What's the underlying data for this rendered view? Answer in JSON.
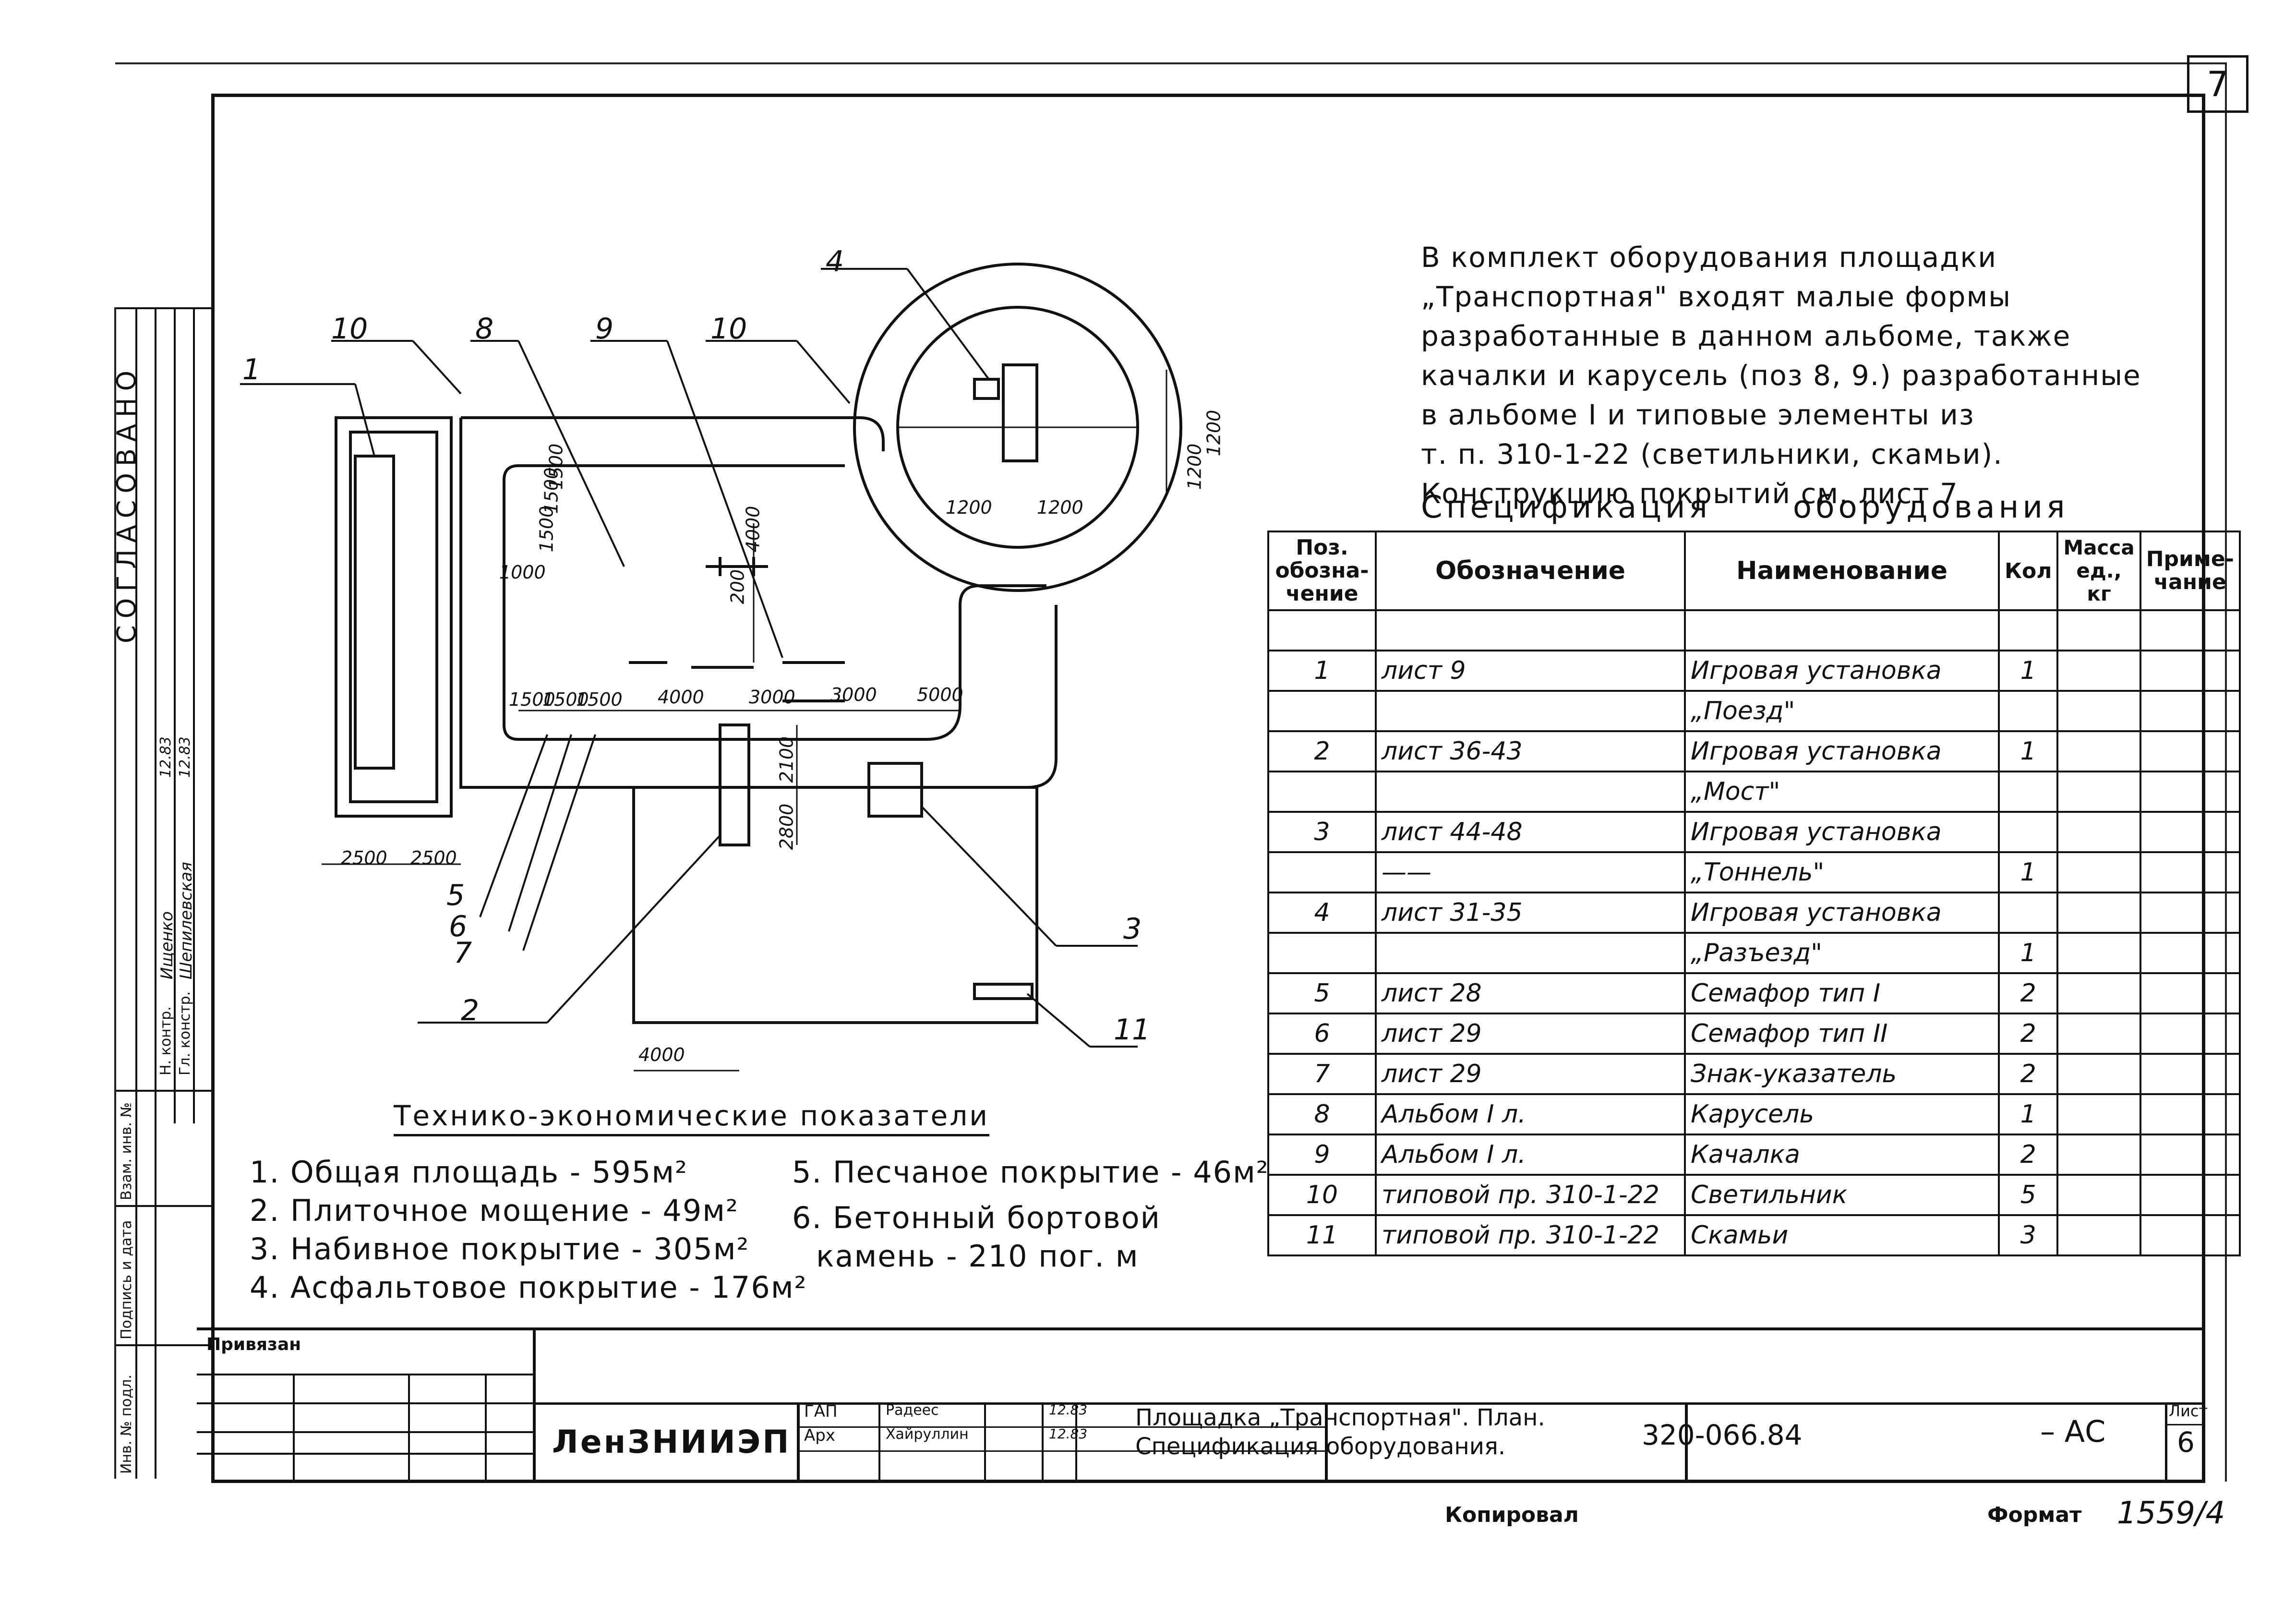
{
  "sheet": {
    "page_number": "7",
    "sheet_number": "6",
    "code": "320-066.84",
    "suffix": "– АС",
    "org": "ЛенЗНИИЭП",
    "title_line1": "Площадка „Транспортная\". План.",
    "title_line2": "Спецификация оборудования.",
    "attached": "Привязан",
    "sheet_label": "Лист",
    "footer_copied": "Копировал",
    "footer_format": "Формат",
    "archive_no": "1559/4",
    "signers": [
      {
        "role": "ГАП",
        "name": "Радеес",
        "date": "12.83"
      },
      {
        "role": "Арх",
        "name": "Хайруллин",
        "date": "12.83"
      }
    ]
  },
  "margin": {
    "agreed": "СОГЛАСОВАНО",
    "inv": "Инв. № подл.",
    "sign_date": "Подпись и дата",
    "vzam": "Взам. инв. №",
    "roles": [
      "Н. контр.",
      "Гл. констр."
    ],
    "names": [
      "Ищенко",
      "Шепилевская"
    ],
    "dates": [
      "12.83",
      "12.83"
    ]
  },
  "notes": {
    "lines": [
      "В комплект оборудования площадки",
      "„Транспортная\" входят малые формы",
      "разработанные в данном альбоме, также",
      "качалки и карусель (поз 8, 9.) разработанные",
      "в альбоме I и типовые элементы из",
      "т. п. 310-1-22 (светильники, скамьи).",
      "Конструкцию покрытий см. лист 7"
    ]
  },
  "spec": {
    "title_a": "Спецификация",
    "title_b": "оборудования",
    "headers": [
      "Поз. обозна-чение",
      "Обозначение",
      "Наименование",
      "Кол",
      "Масса ед., кг",
      "Приме-чание"
    ],
    "rows": [
      [
        "",
        "",
        "",
        "",
        "",
        ""
      ],
      [
        "1",
        "лист 9",
        "Игровая установка",
        "1",
        "",
        ""
      ],
      [
        "",
        "",
        "„Поезд\"",
        "",
        "",
        ""
      ],
      [
        "2",
        "лист 36-43",
        "Игровая установка",
        "1",
        "",
        ""
      ],
      [
        "",
        "",
        "„Мост\"",
        "",
        "",
        ""
      ],
      [
        "3",
        "лист 44-48",
        "Игровая установка",
        "",
        "",
        ""
      ],
      [
        "",
        "——",
        "„Тоннель\"",
        "1",
        "",
        ""
      ],
      [
        "4",
        "лист 31-35",
        "Игровая установка",
        "",
        "",
        ""
      ],
      [
        "",
        "",
        "„Разъезд\"",
        "1",
        "",
        ""
      ],
      [
        "5",
        "лист 28",
        "Семафор тип I",
        "2",
        "",
        ""
      ],
      [
        "6",
        "лист 29",
        "Семафор тип II",
        "2",
        "",
        ""
      ],
      [
        "7",
        "лист 29",
        "Знак-указатель",
        "2",
        "",
        ""
      ],
      [
        "8",
        "Альбом I л.",
        "Карусель",
        "1",
        "",
        ""
      ],
      [
        "9",
        "Альбом I л.",
        "Качалка",
        "2",
        "",
        ""
      ],
      [
        "10",
        "типовой пр. 310-1-22",
        "Светильник",
        "5",
        "",
        ""
      ],
      [
        "11",
        "типовой пр. 310-1-22",
        "Скамьи",
        "3",
        "",
        ""
      ]
    ]
  },
  "tech": {
    "title": "Технико-экономические показатели",
    "items": [
      "1. Общая площадь - 595м²",
      "2. Плиточное мощение - 49м²",
      "3. Набивное покрытие - 305м²",
      "4. Асфальтовое покрытие - 176м²",
      "5. Песчаное покрытие - 46м²",
      "6. Бетонный бортовой",
      "камень - 210 пог. м"
    ]
  },
  "plan": {
    "callouts": [
      "1",
      "2",
      "3",
      "4",
      "5",
      "6",
      "7",
      "8",
      "9",
      "10",
      "10",
      "11"
    ],
    "dims": [
      "2500",
      "2500",
      "1500",
      "1500",
      "1500",
      "4000",
      "3000",
      "3000",
      "5000",
      "4000",
      "4000",
      "2100",
      "2800",
      "1200",
      "1200",
      "1000",
      "1500",
      "1500",
      "1500",
      "200",
      "1200",
      "1200"
    ]
  }
}
